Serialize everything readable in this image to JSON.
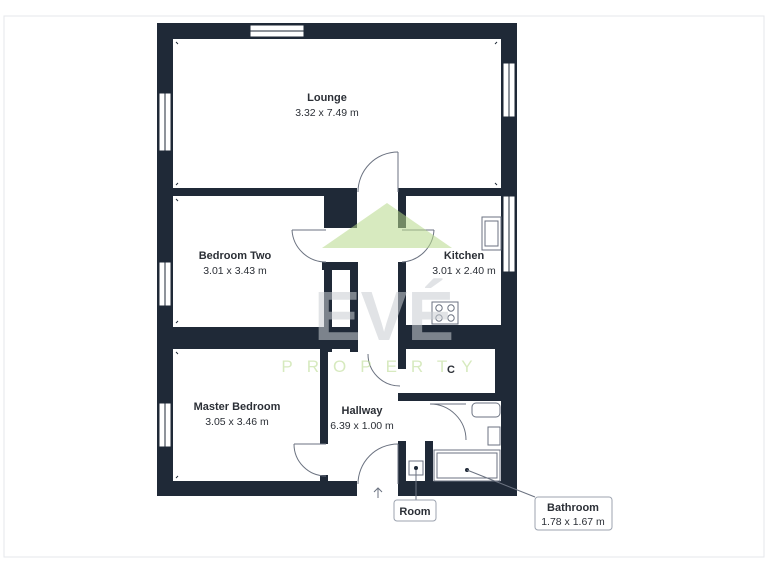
{
  "watermark": {
    "logo_text": "EVÉ",
    "tagline": "PROPERTY",
    "accent": "#b7d98b"
  },
  "colors": {
    "wall": "#1f2937",
    "window": "#ffffff",
    "callout_border": "#9ca3af"
  },
  "rooms": {
    "lounge": {
      "name": "Lounge",
      "dims": "3.32 x 7.49 m"
    },
    "bedroom_two": {
      "name": "Bedroom Two",
      "dims": "3.01 x 3.43 m"
    },
    "kitchen": {
      "name": "Kitchen",
      "dims": "3.01 x 2.40 m"
    },
    "master_bedroom": {
      "name": "Master Bedroom",
      "dims": "3.05 x 3.46 m"
    },
    "hallway": {
      "name": "Hallway",
      "dims": "6.39 x 1.00 m"
    },
    "cupboard": {
      "name": "C"
    }
  },
  "callouts": {
    "room": {
      "name": "Room"
    },
    "bathroom": {
      "name": "Bathroom",
      "dims": "1.78 x 1.67 m"
    }
  }
}
